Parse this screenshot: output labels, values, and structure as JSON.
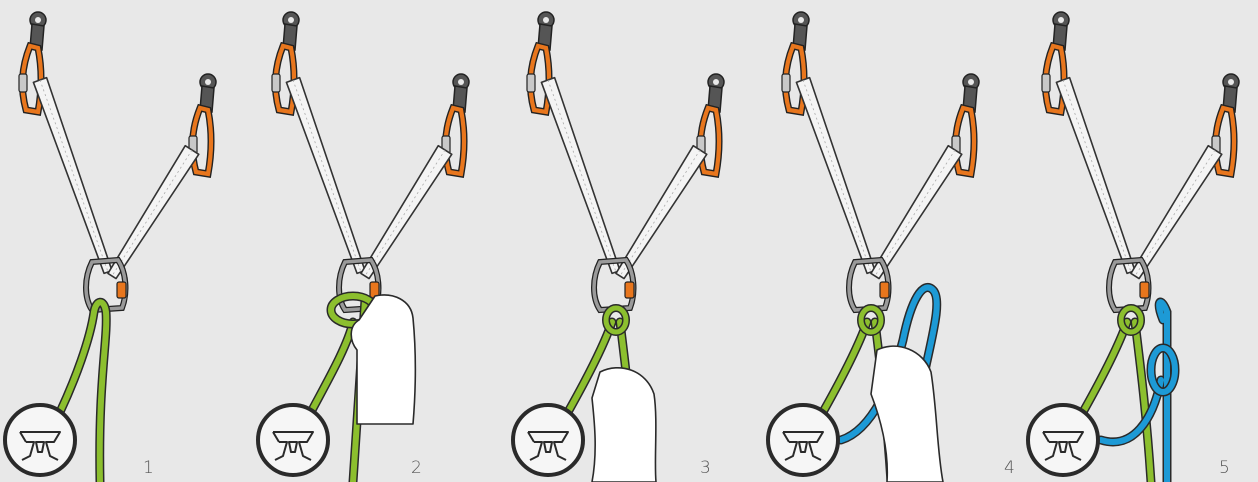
{
  "steps": [
    {
      "number": "1",
      "hand": "none",
      "knot": "loop-through-carabiner",
      "second_rope": false
    },
    {
      "number": "2",
      "hand": "holding-loop",
      "knot": "loop-held",
      "second_rope": false
    },
    {
      "number": "3",
      "hand": "pulling-strand",
      "knot": "clove-hitch",
      "second_rope": false
    },
    {
      "number": "4",
      "hand": "holding-loop",
      "knot": "clove-hitch",
      "second_rope": true
    },
    {
      "number": "5",
      "hand": "none",
      "knot": "figure-eight",
      "second_rope": true
    }
  ],
  "colors": {
    "background": "#e8e8e8",
    "carabiner": "#e8761d",
    "sling": "#f4f4f4",
    "outline": "#333333",
    "rope_green": "#8cbf2e",
    "rope_blue": "#1d9ad6",
    "hanger": "#555555",
    "hand": "#ffffff"
  },
  "icons": [
    "anchor-hanger-icon",
    "harness-icon",
    "hand-icon"
  ]
}
